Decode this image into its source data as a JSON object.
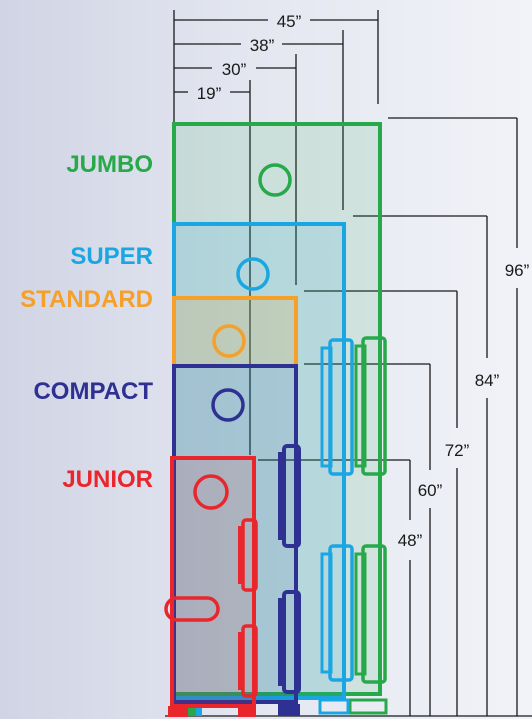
{
  "colors": {
    "jumbo": "#27a94a",
    "super": "#1aa6e3",
    "standard": "#f5a02a",
    "compact": "#2e3192",
    "junior": "#e8262c",
    "line": "#1a1a1a"
  },
  "widths": {
    "w45": "45”",
    "w38": "38”",
    "w30": "30”",
    "w19": "19”"
  },
  "heights": {
    "h96": "96”",
    "h84": "84”",
    "h72": "72”",
    "h60": "60”",
    "h48": "48”"
  },
  "sizes": {
    "jumbo": "JUMBO",
    "super": "SUPER",
    "standard": "STANDARD",
    "compact": "COMPACT",
    "junior": "JUNIOR"
  }
}
